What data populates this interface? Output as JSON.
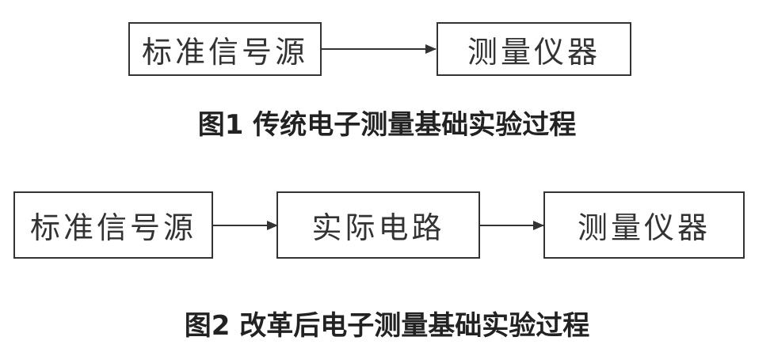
{
  "diagram1": {
    "boxes": [
      "标准信号源",
      "测量仪器"
    ],
    "caption": "图1  传统电子测量基础实验过程"
  },
  "diagram2": {
    "boxes": [
      "标准信号源",
      "实际电路",
      "测量仪器"
    ],
    "caption": "图2  改革后电子测量基础实验过程"
  },
  "colors": {
    "stroke": "#333333",
    "text": "#222222"
  }
}
